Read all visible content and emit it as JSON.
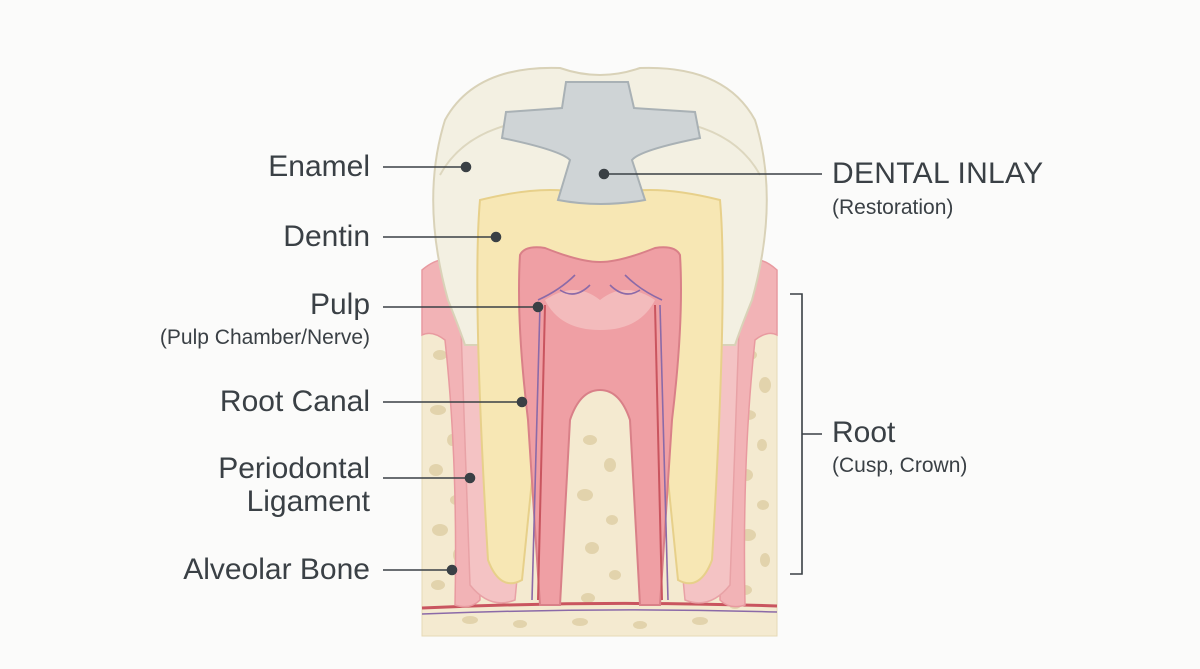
{
  "labels": {
    "enamel": "Enamel",
    "dentin": "Dentin",
    "pulp": "Pulp",
    "pulp_sub": "(Pulp Chamber/Nerve)",
    "root_canal": "Root Canal",
    "periodontal_line1": "Periodontal",
    "periodontal_line2": "Ligament",
    "alveolar_bone": "Alveolar Bone",
    "inlay_title": "DENTAL INLAY",
    "inlay_sub": "(Restoration)",
    "root": "Root",
    "root_sub": "(Cusp, Crown)"
  },
  "colors": {
    "enamel": "#f3f0e2",
    "dentin": "#f7e7b4",
    "pulp": "#ef9fa4",
    "gum": "#f2b3b6",
    "bone": "#f3e8cc",
    "inlay": "#cfd4d6",
    "leader": "#3a4045"
  }
}
